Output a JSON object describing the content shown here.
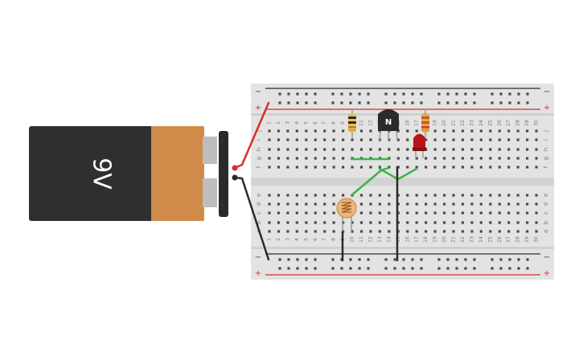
{
  "battery": {
    "label": "9V"
  },
  "rails": {
    "minus_symbol": "−",
    "plus_symbol": "+"
  },
  "components": {
    "transistor_label": "N"
  },
  "breadboard": {
    "columns": 30,
    "top_row_letters": [
      "j",
      "i",
      "h",
      "g",
      "f"
    ],
    "bottom_row_letters": [
      "e",
      "d",
      "c",
      "b",
      "a"
    ]
  },
  "colors": {
    "battery_body": "#2f2f2f",
    "battery_cap": "#d08a4a",
    "breadboard": "#e3e3e3",
    "rail_red": "#d22f2f",
    "wire_red": "#d92c2c",
    "wire_black": "#2b2b2b",
    "wire_green": "#3db54a",
    "led_red": "#b5161c"
  }
}
